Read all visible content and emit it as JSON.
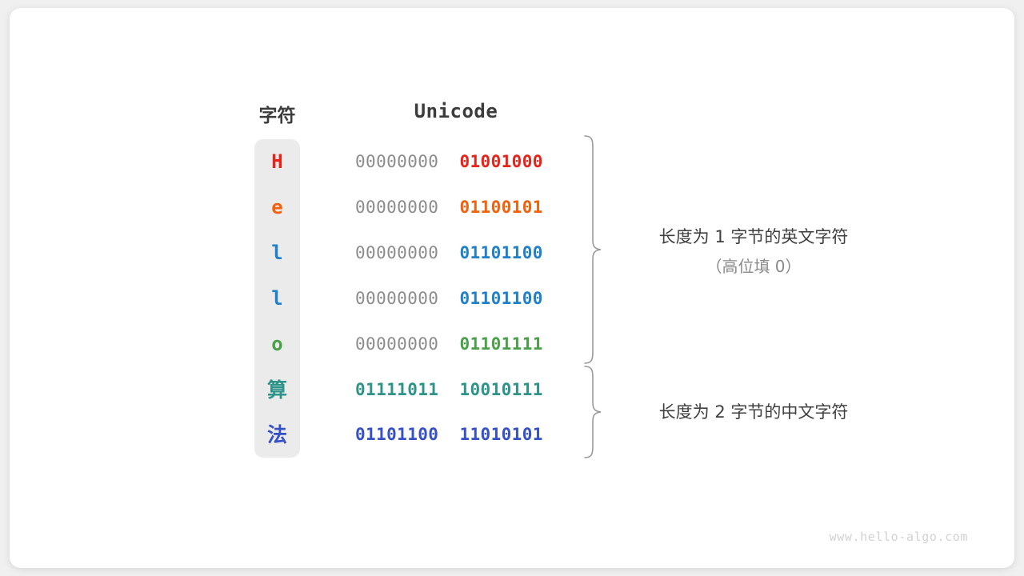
{
  "watermark": "www.hello-algo.com",
  "headers": {
    "char": "字符",
    "unicode": "Unicode"
  },
  "colors": {
    "H": "#e8231a",
    "e": "#f2610c",
    "l": "#2080c8",
    "o": "#49a048",
    "suan": "#2e9489",
    "fa": "#3650c8",
    "zero_prefix": "#8c8c8c",
    "band": "#ebebeb",
    "note_main": "#3f3f3f",
    "note_sub": "#8a8a8a",
    "brace": "#9a9a9a"
  },
  "rows": [
    {
      "char": "H",
      "script": "latin",
      "high_byte": "00000000",
      "low_byte": "01001000",
      "high_is_pad": true,
      "color": "#e8231a"
    },
    {
      "char": "e",
      "script": "latin",
      "high_byte": "00000000",
      "low_byte": "01100101",
      "high_is_pad": true,
      "color": "#f2610c"
    },
    {
      "char": "l",
      "script": "latin",
      "high_byte": "00000000",
      "low_byte": "01101100",
      "high_is_pad": true,
      "color": "#2080c8"
    },
    {
      "char": "l",
      "script": "latin",
      "high_byte": "00000000",
      "low_byte": "01101100",
      "high_is_pad": true,
      "color": "#2080c8"
    },
    {
      "char": "o",
      "script": "latin",
      "high_byte": "00000000",
      "low_byte": "01101111",
      "high_is_pad": true,
      "color": "#49a048"
    },
    {
      "char": "算",
      "script": "han",
      "high_byte": "01111011",
      "low_byte": "10010111",
      "high_is_pad": false,
      "color": "#2e9489"
    },
    {
      "char": "法",
      "script": "han",
      "high_byte": "01101100",
      "low_byte": "11010101",
      "high_is_pad": false,
      "color": "#3650c8"
    }
  ],
  "annotations": [
    {
      "line1": "长度为 1 字节的英文字符",
      "line2": "（高位填 0）",
      "covers_rows": [
        0,
        1,
        2,
        3,
        4
      ]
    },
    {
      "line1": "长度为 2 字节的中文字符",
      "line2": "",
      "covers_rows": [
        5,
        6
      ]
    }
  ]
}
